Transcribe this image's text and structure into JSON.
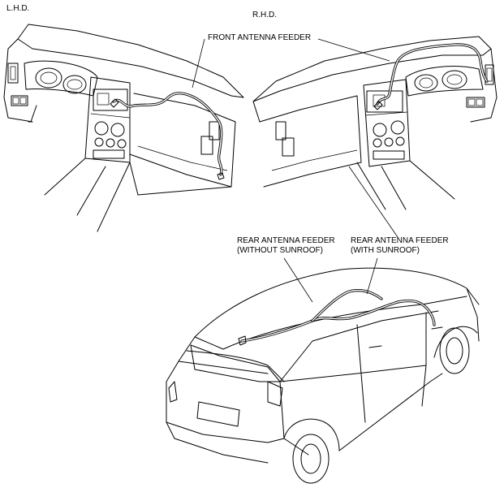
{
  "labels": {
    "lhd": "L.H.D.",
    "rhd": "R.H.D.",
    "front_feeder": "FRONT ANTENNA FEEDER",
    "rear_without_1": "REAR ANTENNA FEEDER",
    "rear_without_2": "(WITHOUT SUNROOF)",
    "rear_with_1": "REAR ANTENNA FEEDER",
    "rear_with_2": "(WITH SUNROOF)"
  }
}
